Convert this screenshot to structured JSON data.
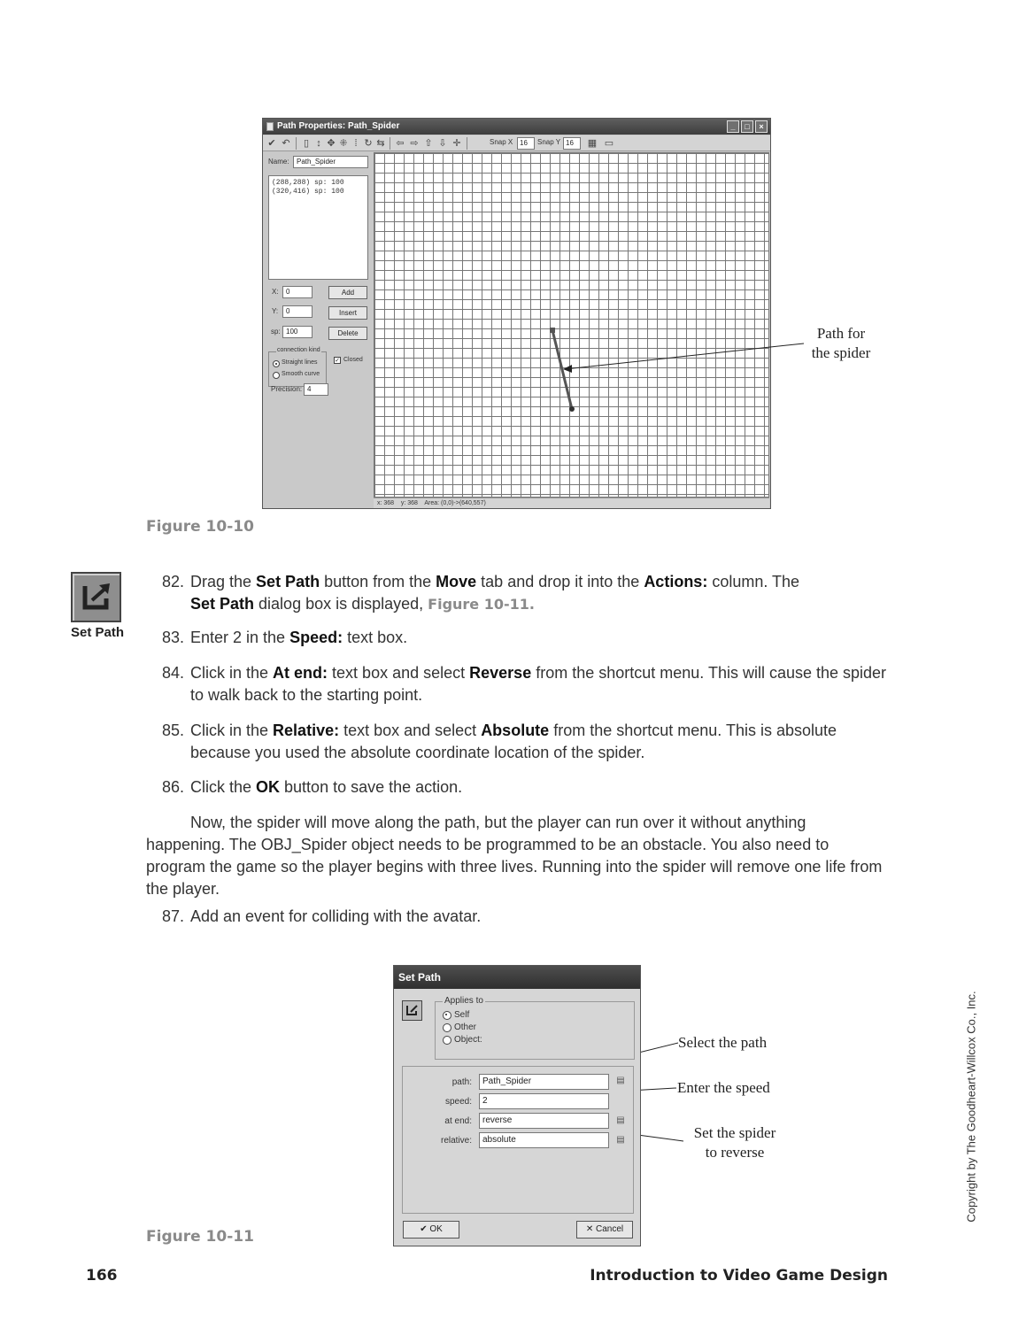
{
  "figure1": {
    "window_title": "Path Properties: Path_Spider",
    "toolbar": {
      "snap_x_label": "Snap X",
      "snap_x_value": "16",
      "snap_y_label": "Snap Y",
      "snap_y_value": "16"
    },
    "name_label": "Name:",
    "name_value": "Path_Spider",
    "points": [
      "(288,288)    sp: 100",
      "(320,416)    sp: 100"
    ],
    "x_label": "X:",
    "x_value": "0",
    "y_label": "Y:",
    "y_value": "0",
    "sp_label": "sp:",
    "sp_value": "100",
    "add_label": "Add",
    "insert_label": "Insert",
    "delete_label": "Delete",
    "connection_kind_label": "connection kind",
    "straight_lines_label": "Straight lines",
    "smooth_curve_label": "Smooth curve",
    "closed_label": "Closed",
    "precision_label": "Precision:",
    "precision_value": "4",
    "status": {
      "x": "x: 368",
      "y": "y: 368",
      "area": "Area: (0,0)->(640,557)"
    },
    "callout": [
      "Path for",
      "the spider"
    ],
    "caption": "Figure 10-10"
  },
  "side_icon_label": "Set Path",
  "steps": [
    {
      "num": "82.",
      "parts": [
        "Drag the ",
        "Set Path",
        " button from the ",
        "Move",
        " tab and drop it into the ",
        "Actions:",
        " column. The ",
        "Set Path",
        " dialog box is displayed, ",
        "Figure 10-11."
      ]
    },
    {
      "num": "83.",
      "parts": [
        "Enter 2 in the ",
        "Speed:",
        " text box."
      ]
    },
    {
      "num": "84.",
      "parts": [
        "Click in the ",
        "At end:",
        " text box and select ",
        "Reverse",
        " from the shortcut menu. This will cause the spider to walk back to the starting point."
      ]
    },
    {
      "num": "85.",
      "parts": [
        "Click in the ",
        "Relative:",
        " text box and select ",
        "Absolute",
        " from the shortcut menu. This is absolute because you used the absolute coordinate location of the spider."
      ]
    },
    {
      "num": "86.",
      "parts": [
        "Click the ",
        "OK",
        " button to save the action."
      ]
    },
    {
      "num": "87.",
      "parts": [
        "Add an event for colliding with the avatar."
      ]
    }
  ],
  "paragraph": "Now, the spider will move along the path, but the player can run over it without anything happening. The OBJ_Spider object needs to be programmed to be an obstacle. You also need to program the game so the player begins with three lives. Running into the spider will remove one life from the player.",
  "figure2": {
    "window_title": "Set Path",
    "applies_to_label": "Applies to",
    "self_label": "Self",
    "other_label": "Other",
    "object_label": "Object:",
    "path_label": "path:",
    "path_value": "Path_Spider",
    "speed_label": "speed:",
    "speed_value": "2",
    "atend_label": "at end:",
    "atend_value": "reverse",
    "relative_label": "relative:",
    "relative_value": "absolute",
    "ok_label": "OK",
    "cancel_label": "Cancel",
    "callout_path": "Select the path",
    "callout_speed": "Enter the speed",
    "callout_reverse": [
      "Set the spider",
      "to reverse"
    ],
    "caption": "Figure 10-11"
  },
  "footer": {
    "page_number": "166",
    "book_title": "Introduction to Video Game Design"
  },
  "copyright": "Copyright by The Goodheart-Willcox Co., Inc."
}
